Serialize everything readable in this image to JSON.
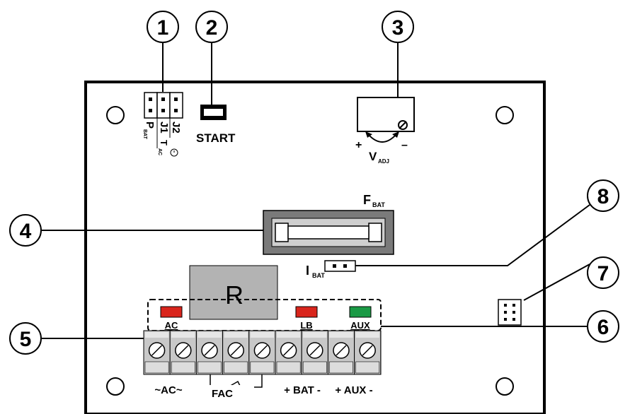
{
  "callouts": [
    "1",
    "2",
    "3",
    "4",
    "5",
    "6",
    "7",
    "8"
  ],
  "labels": {
    "start": "START",
    "v": "V",
    "v_sub": "ADJ",
    "plus": "+",
    "minus": "–",
    "f": "F",
    "f_sub": "BAT",
    "i": "I",
    "i_sub": "BAT",
    "relay": "R",
    "j_p": "P",
    "j_p_sub": "BAT",
    "j1": "J1",
    "j2": "J2",
    "j_t": "T",
    "j_t_sub": "AC",
    "led_ac": "AC",
    "led_lb": "LB",
    "led_aux": "AUX",
    "term_ac": "~AC~",
    "term_fac": "FAC",
    "term_bat": "+ BAT -",
    "term_aux": "+ AUX -"
  },
  "colors": {
    "led_red": "#d9251c",
    "led_green": "#1a9a45",
    "relay": "#b3b3b3",
    "terminal": "#c8c8c8",
    "fuse_holder": "#7a7a7a"
  }
}
